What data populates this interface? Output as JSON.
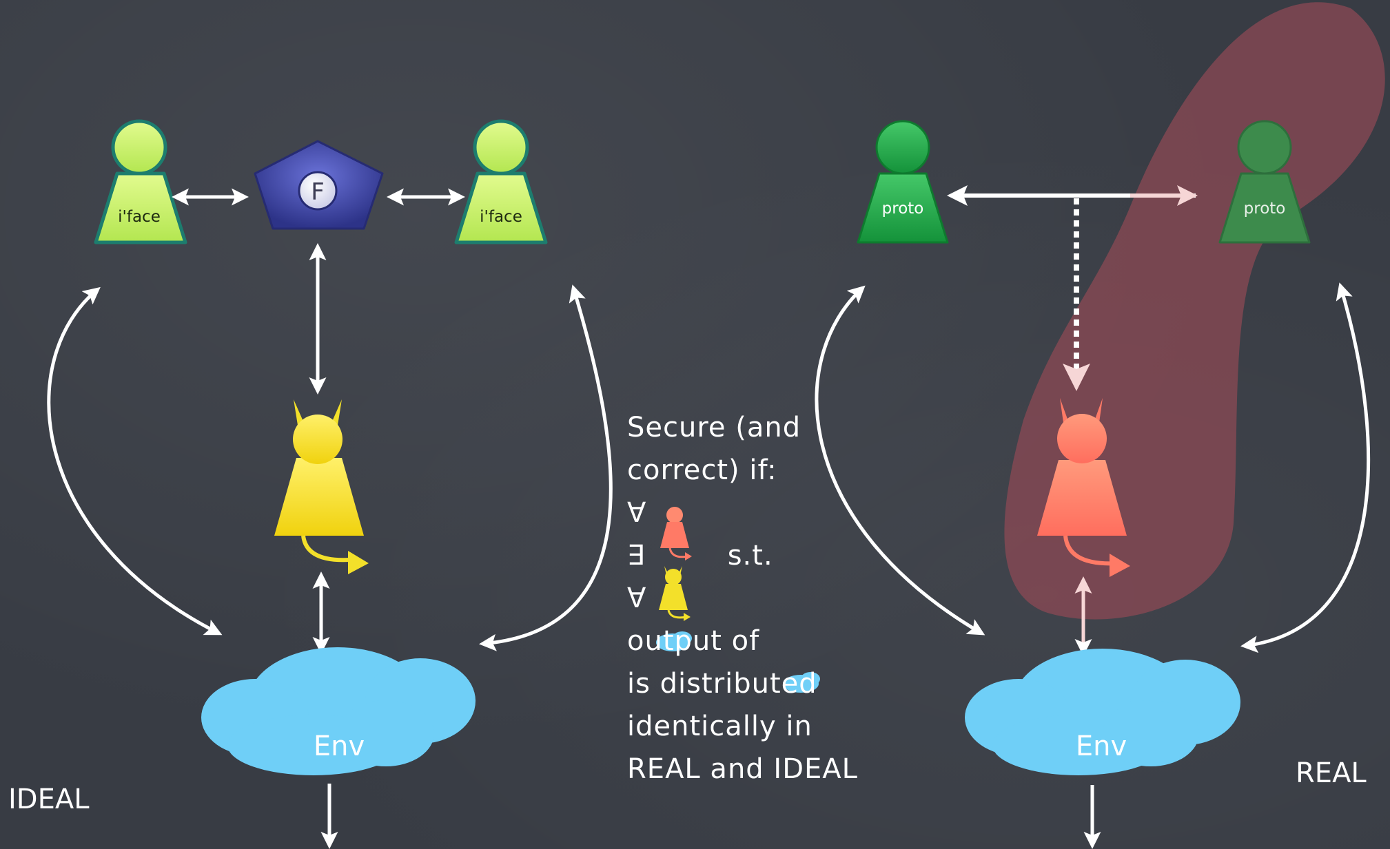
{
  "ideal": {
    "left_party_label": "i'face",
    "right_party_label": "i'face",
    "functionality_label": "F",
    "env_label": "Env",
    "corner_label": "IDEAL"
  },
  "real": {
    "left_party_label": "proto",
    "right_party_label": "proto",
    "env_label": "Env",
    "corner_label": "REAL"
  },
  "definition": {
    "line1": "Secure (and",
    "line2": "correct) if:",
    "forall_symbol": "∀",
    "exists_symbol": "∃",
    "such_that": "s.t.",
    "output_of": "output of",
    "line_dist1": "is distributed",
    "line_dist2": "identically in",
    "line_dist3": "REAL and IDEAL"
  },
  "colors": {
    "background": "#383c44",
    "iface_fill": "#c9f26a",
    "iface_stroke": "#1d7d6e",
    "proto_fill": "#22a84a",
    "functionality": "#3f46a8",
    "ideal_adversary": "#f3e02a",
    "real_adversary": "#ff7a66",
    "env_cloud": "#6fcff7",
    "corrupt_region": "#8f4a55"
  }
}
